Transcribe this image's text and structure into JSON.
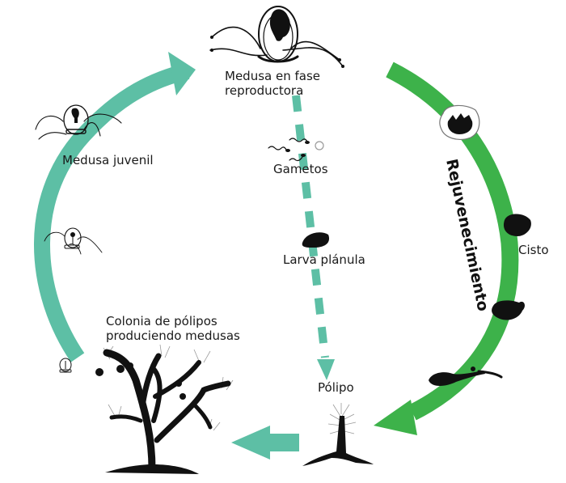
{
  "diagram": {
    "title": "Ciclo de vida de la medusa inmortal",
    "colors": {
      "teal": "#5dbfa5",
      "green": "#3db24a",
      "ink": "#111111",
      "text": "#1a1a1a"
    },
    "stages": {
      "medusa_reproductora": {
        "line1": "Medusa en fase",
        "line2": "reproductora"
      },
      "gametos": "Gametos",
      "larva": "Larva plánula",
      "polipo": "Pólipo",
      "colonia": {
        "line1": "Colonia de pólipos",
        "line2": "produciendo medusas"
      },
      "medusa_juvenil": "Medusa juvenil",
      "cisto": "Cisto"
    },
    "arrows": {
      "rejuvenecimiento": "Rejuvenecimiento"
    }
  }
}
